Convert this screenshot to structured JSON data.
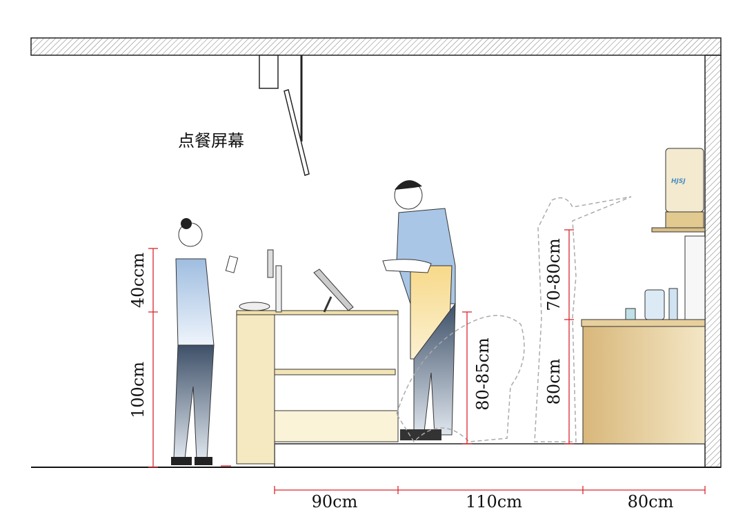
{
  "screen_label": "点餐屏幕",
  "dimensions": {
    "customer_upper": "40ccm",
    "customer_counter": "100cm",
    "staff_counter": "80-85cm",
    "back_upper": "70-80cm",
    "back_counter": "80cm",
    "depth_front_counter": "90cm",
    "depth_aisle": "110cm",
    "depth_back_counter": "80cm"
  },
  "logo_text": "HJSJ",
  "colors": {
    "dimension": "#d9262c",
    "counter": "#f3e6b8",
    "back_counter": "#e2c98f",
    "shirt": "#a9c6e6"
  }
}
